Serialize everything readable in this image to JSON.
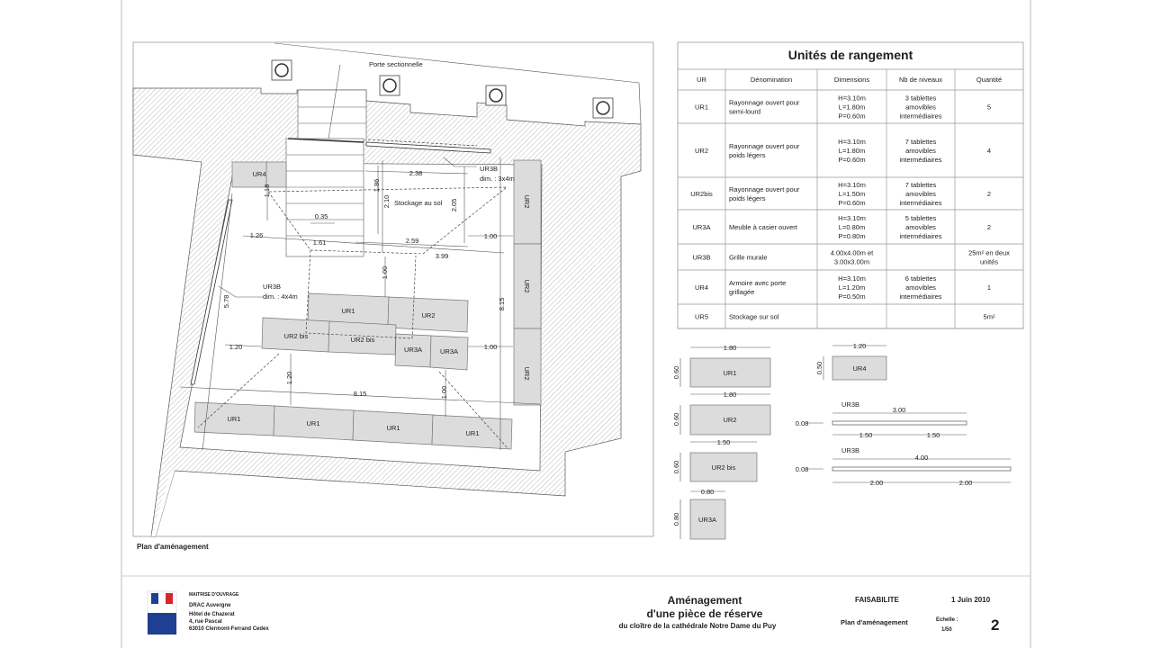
{
  "plan": {
    "caption": "Plan d'aménagement",
    "door_label": "Porte sectionnelle",
    "storage_label": "Stockage au sol",
    "ur3b_top": {
      "name": "UR3B",
      "dim": "dim. : 3x4m"
    },
    "ur3b_left": {
      "name": "UR3B",
      "dim": "dim. : 4x4m"
    },
    "units": {
      "ur4": "UR4",
      "ur1_mid": "UR1",
      "ur2_mid": "UR2",
      "ur2bis_a": "UR2 bis",
      "ur2bis_b": "UR2 bis",
      "ur3a_a": "UR3A",
      "ur3a_b": "UR3A",
      "ur1_row": [
        "UR1",
        "UR1",
        "UR1",
        "UR1"
      ],
      "ur2_col": [
        "UR2",
        "UR2",
        "UR2"
      ]
    },
    "dims": {
      "d238": "2.38",
      "d118": "1.18",
      "d186": "1.86",
      "d210": "2.10",
      "d205": "2.05",
      "d035": "0.35",
      "d126": "1.26",
      "d161": "1.61",
      "d259": "2.59",
      "d100a": "1.00",
      "d399": "3.99",
      "d100b": "1.00",
      "d578": "5.78",
      "d815v": "8.15",
      "d120a": "1.20",
      "d100c": "1.00",
      "d120b": "1.20",
      "d815h": "8.15",
      "d100d": "1.00"
    }
  },
  "table": {
    "title": "Unités de rangement",
    "headers": [
      "UR",
      "Dénomination",
      "Dimensions",
      "Nb de niveaux",
      "Quantité"
    ],
    "rows": [
      {
        "ur": "UR1",
        "name": [
          "Rayonnage ouvert pour",
          "semi-lourd"
        ],
        "dims": [
          "H=3.10m",
          "L=1.80m",
          "P=0.60m"
        ],
        "levels": [
          "3 tablettes",
          "amovibles",
          "intermédiaires"
        ],
        "qty": [
          "5"
        ]
      },
      {
        "ur": "UR2",
        "name": [
          "Rayonnage ouvert pour",
          "poids légers"
        ],
        "dims": [
          "H=3.10m",
          "L=1.80m",
          "P=0.60m"
        ],
        "levels": [
          "7 tablettes",
          "amovibles",
          "intermédiaires"
        ],
        "qty": [
          "4"
        ]
      },
      {
        "ur": "UR2bis",
        "name": [
          "Rayonnage ouvert pour",
          "poids légers"
        ],
        "dims": [
          "H=3.10m",
          "L=1.50m",
          "P=0.60m"
        ],
        "levels": [
          "7 tablettes",
          "amovibles",
          "intermédiaires"
        ],
        "qty": [
          "2"
        ]
      },
      {
        "ur": "UR3A",
        "name": [
          "Meuble à casier ouvert"
        ],
        "dims": [
          "H=3.10m",
          "L=0.80m",
          "P=0.80m"
        ],
        "levels": [
          "5 tablettes",
          "amovibles",
          "intermédiaires"
        ],
        "qty": [
          "2"
        ]
      },
      {
        "ur": "UR3B",
        "name": [
          "Grille murale"
        ],
        "dims": [
          "4.00x4.00m et",
          "3.00x3.00m"
        ],
        "levels": [],
        "qty": [
          "25m² en deux",
          "unités"
        ]
      },
      {
        "ur": "UR4",
        "name": [
          "Armoire avec porte",
          "grillagée"
        ],
        "dims": [
          "H=3.10m",
          "L=1.20m",
          "P=0.50m"
        ],
        "levels": [
          "6 tablettes",
          "amovibles",
          "intermédiaires"
        ],
        "qty": [
          "1"
        ]
      },
      {
        "ur": "UR5",
        "name": [
          "Stockage sur sol"
        ],
        "dims": [],
        "levels": [],
        "qty": [
          "5m²"
        ]
      }
    ]
  },
  "legend": {
    "ur1": {
      "label": "UR1",
      "width": "1.80",
      "depth": "0.60"
    },
    "ur2": {
      "label": "UR2",
      "width": "1.80",
      "depth": "0.60"
    },
    "ur2bis": {
      "label": "UR2 bis",
      "width": "1.50",
      "depth": "0.60"
    },
    "ur3a": {
      "label": "UR3A",
      "width": "0.80",
      "depth": "0.80"
    },
    "ur4": {
      "label": "UR4",
      "width": "1.20",
      "depth": "0.50"
    },
    "ur3b_small": {
      "label": "UR3B",
      "total": "3.00",
      "half1": "1.50",
      "half2": "1.50",
      "thickness": "0.08"
    },
    "ur3b_large": {
      "label": "UR3B",
      "total": "4.00",
      "half1": "2.00",
      "half2": "2.00",
      "thickness": "0.08"
    }
  },
  "footer": {
    "owner_heading": "MAITRISE D'OUVRAGE",
    "owner_lines": [
      "DRAC Auvergne",
      "Hôtel de Chazerat",
      "4, rue Pascal",
      "63010 Clermont-Ferrand Cedex"
    ],
    "title_lines": [
      "Aménagement",
      "d'une pièce de réserve",
      "du cloître de la cathédrale Notre Dame du Puy"
    ],
    "phase": "FAISABILITE",
    "date": "1 Juin 2010",
    "sheet_name": "Plan d'aménagement",
    "scale_label": "Echelle :",
    "scale_value": "1/50",
    "sheet_number": "2",
    "logo_colors": {
      "blue": "#1f3f93",
      "red": "#d6262b"
    }
  }
}
